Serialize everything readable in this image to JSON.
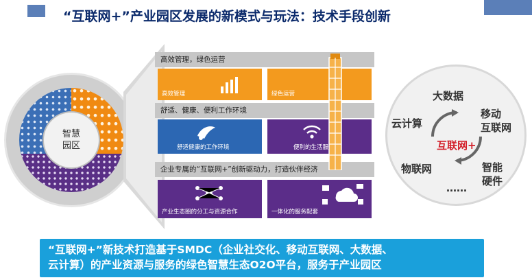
{
  "title": "“互联网+”产业园区发展的新模式与玩法：技术手段创新",
  "left_circle": {
    "center_label": "智慧园区"
  },
  "middle": {
    "band1": "高效管理，绿色运营",
    "tile_efficient": "高效管理",
    "tile_green": "绿色运营",
    "band2": "舒适、健康、便利工作环境",
    "tile_comfortable": "舒适健康的工作环境",
    "tile_convenient": "便利的生活服务",
    "band3": "企业专属的“互联网+”创新驱动力，打造伙伴经济",
    "tile_ecosystem": "产业生态圈的分工与资源合作",
    "tile_integrated": "一体化的服务配套"
  },
  "right_circle": {
    "center": "互联网+",
    "bigdata": "大数据",
    "mobile_line1": "移动",
    "mobile_line2": "互联网",
    "cloud": "云计算",
    "iot": "物联网",
    "smart_line1": "智能",
    "smart_line2": "硬件",
    "more": "……"
  },
  "bottom": {
    "line1": "“互联网+”新技术打造基于SMDC（企业社交化、移动互联网、大数据、",
    "line2": "云计算）的产业资源与服务的绿色智慧生态O2O平台，服务于产业园区"
  },
  "colors": {
    "title": "#0b2a6b",
    "accent_red": "#d3202a",
    "bottom_bar": "#1aa0db",
    "orange": "#f39a1e",
    "blue": "#2c67b3",
    "purple": "#5b2d89"
  }
}
